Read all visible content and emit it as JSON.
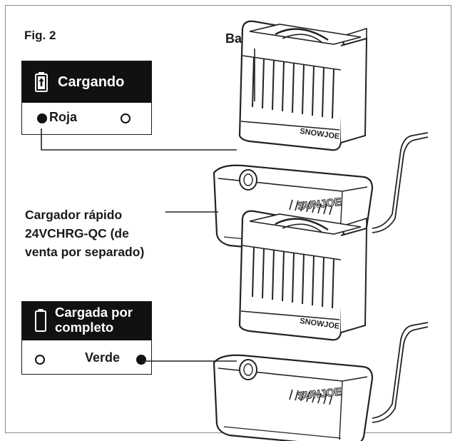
{
  "figure_label": "Fig. 2",
  "battery_label": "Batería",
  "charger_label": {
    "line1": "Cargador rápido",
    "line2": "24VCHRG-QC (de",
    "line3": "venta por separado)"
  },
  "panels": {
    "charging": {
      "title": "Cargando",
      "status": "Roja",
      "color": "#d32f2f"
    },
    "charged": {
      "title_line1": "Cargada por",
      "title_line2": "completo",
      "status": "Verde",
      "color": "#2e7d32"
    }
  },
  "brand_marks": {
    "battery": "SNOWJOE",
    "charger": "SUNJOE"
  }
}
